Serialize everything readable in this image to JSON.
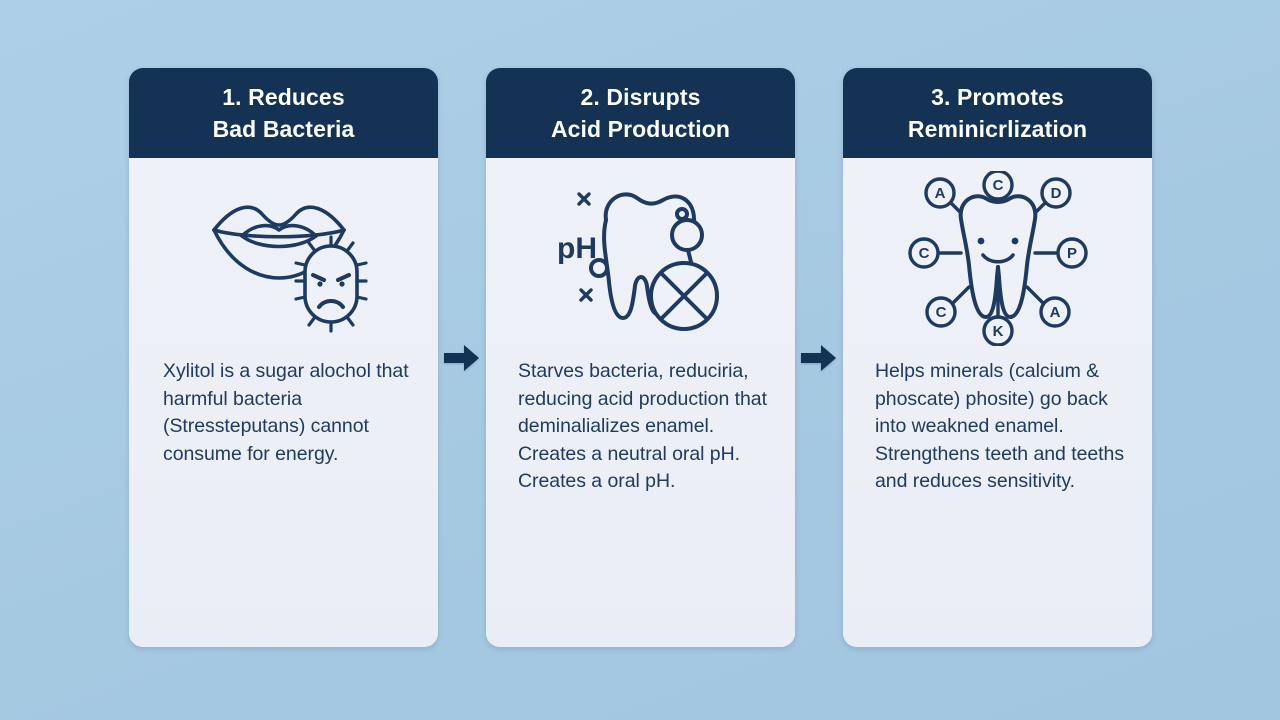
{
  "theme": {
    "background_color": "#a9cce4",
    "header_color": "#143254",
    "card_color": "#eef1f7",
    "text_color": "#1d3b63",
    "arrow_color": "#143254"
  },
  "cards": [
    {
      "header_line1": "1. Reduces",
      "header_line2": "Bad Bacteria",
      "icon": "lips-with-angry-bacteria-icon",
      "body": "Xylitol is a sugar alochol that harmful bacteria (Stressteputans) cannot consume for energy."
    },
    {
      "header_line1": "2. Disrupts",
      "header_line2": "Acid Production",
      "icon": "tooth-ph-acid-blocked-icon",
      "icon_label": "pH",
      "body": "Starves bacteria, reduciria, reducing acid production that deminalializes enamel. Creates a neutral oral pH. Creates a oral pH."
    },
    {
      "header_line1": "3. Promotes",
      "header_line2": "Reminicrlization",
      "icon": "smiling-tooth-minerals-icon",
      "mineral_badges": [
        "A",
        "C",
        "D",
        "C",
        "P",
        "C",
        "A",
        "K"
      ],
      "body": "Helps minerals (calcium & phoscate) phosite) go back into weakned enamel. Strengthens teeth and teeths and reduces sensitivity."
    }
  ],
  "connectors": [
    {
      "name": "arrow-1-to-2",
      "glyph": "right-arrow-icon"
    },
    {
      "name": "arrow-2-to-3",
      "glyph": "right-arrow-icon"
    }
  ]
}
